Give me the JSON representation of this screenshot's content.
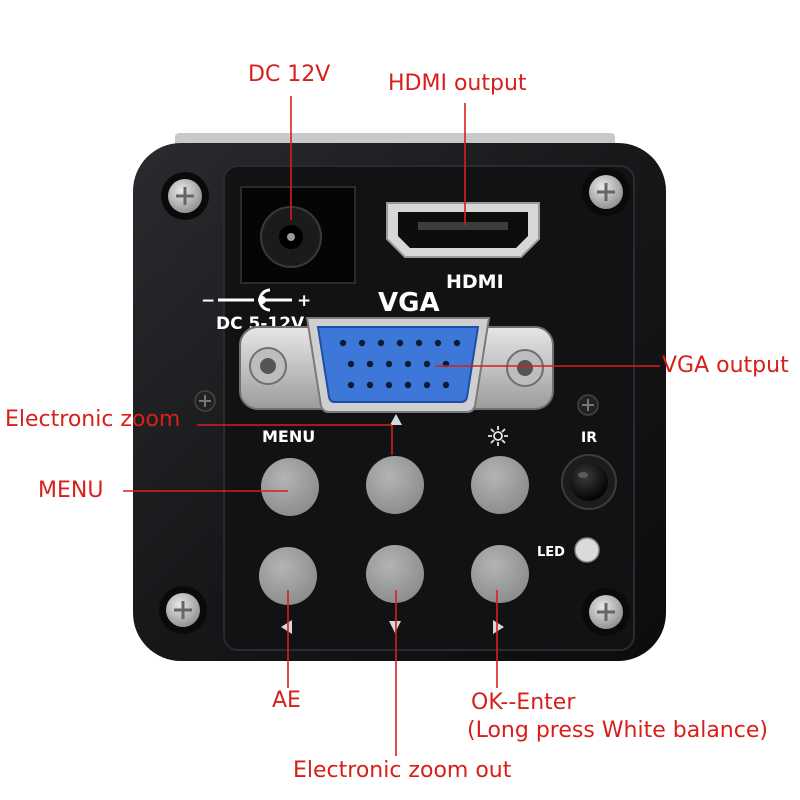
{
  "annotations": {
    "dc_12v": "DC 12V",
    "hdmi_output": "HDMI output",
    "vga_output": "VGA output",
    "electronic_zoom": "Electronic zoom",
    "menu": "MENU",
    "ae": "AE",
    "ok_enter": "OK--Enter",
    "long_press": "(Long press White balance)",
    "electronic_zoom_out": "Electronic zoom out"
  },
  "panel": {
    "hdmi_label": "HDMI",
    "vga_label": "VGA",
    "dc_label": "DC 5-12V",
    "dc_minus": "−",
    "dc_plus": "+",
    "menu_label": "MENU",
    "ir_label": "IR",
    "led_label": "LED"
  },
  "colors": {
    "annotation": "#d6201c",
    "body": "#1a1b1d",
    "button": "#9a9c9c",
    "vga_blue": "#3d78d8"
  }
}
